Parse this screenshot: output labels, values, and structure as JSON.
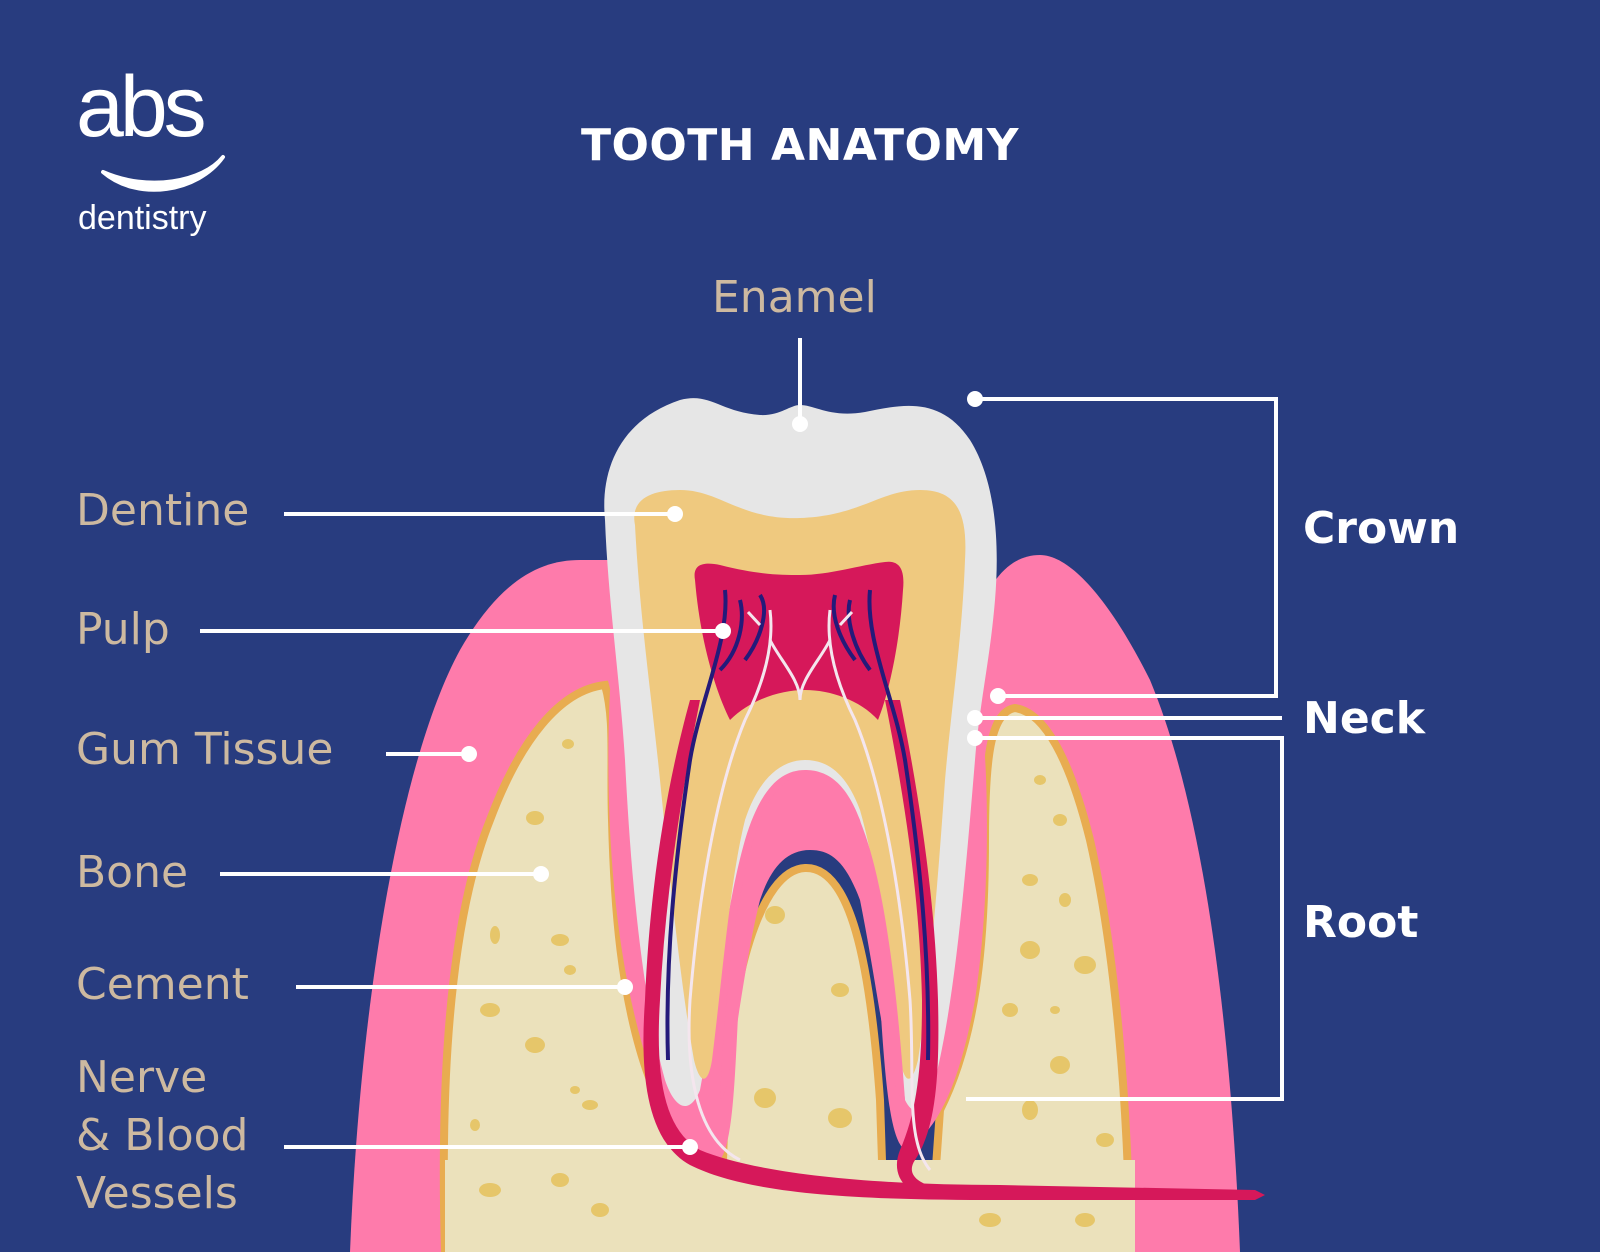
{
  "logo": {
    "brand": "abs",
    "subtitle": "dentistry"
  },
  "title": "TOOTH ANATOMY",
  "labels": {
    "enamel": "Enamel",
    "dentine": "Dentine",
    "pulp": "Pulp",
    "gum_tissue": "Gum Tissue",
    "bone": "Bone",
    "cement": "Cement",
    "nerve_line1": "Nerve",
    "nerve_line2": "& Blood",
    "nerve_line3": "Vessels"
  },
  "regions": {
    "crown": "Crown",
    "neck": "Neck",
    "root": "Root"
  },
  "colors": {
    "background": "#283c7f",
    "label_text": "#cdb9a0",
    "heading_text": "#ffffff",
    "enamel": "#e6e6e6",
    "dentine": "#efc97f",
    "pulp": "#d6185a",
    "gum": "#fe7bab",
    "bone": "#ebe1bb",
    "bone_outline": "#e8ac50",
    "bone_spots": "#e6c66a",
    "vein": "#241a7a",
    "leader_line": "#ffffff"
  }
}
